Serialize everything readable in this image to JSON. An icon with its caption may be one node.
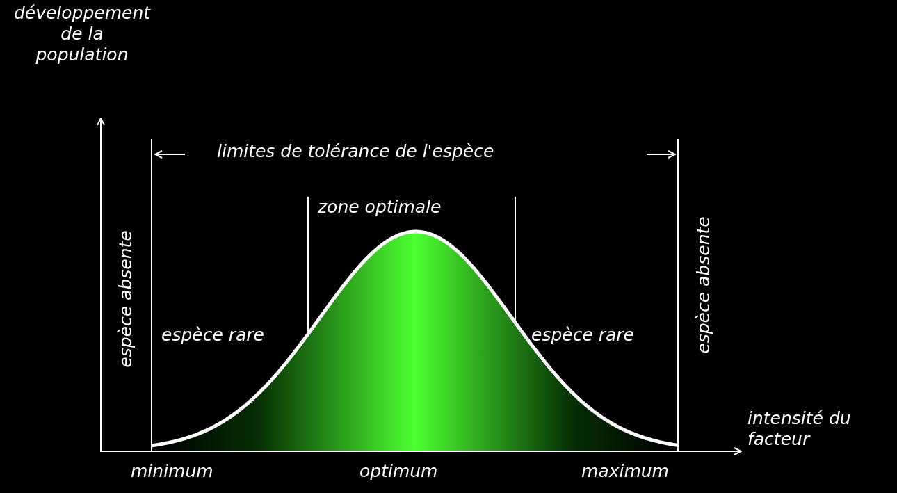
{
  "diagram": {
    "labels": [
      "développement de la population",
      "limites de tolérance de l'espèce",
      "zone optimale",
      "espèce absente",
      "espèce rare",
      "espèce rare",
      "espèce absente",
      "intensité du facteur",
      "minimum",
      "optimum",
      "maximum"
    ]
  }
}
